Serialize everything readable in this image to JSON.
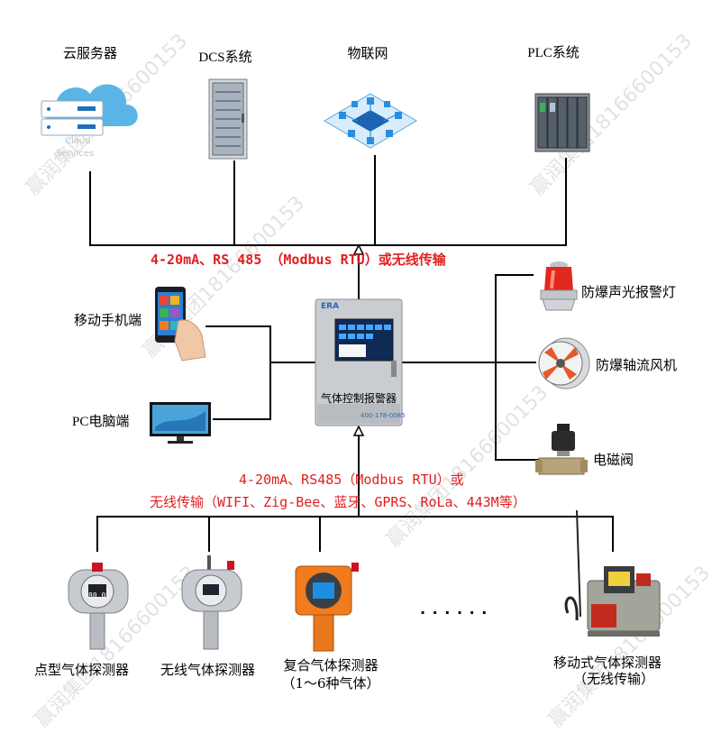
{
  "top_nodes": [
    {
      "label": "云服务器",
      "icon": "cloud-server-icon"
    },
    {
      "label": "DCS系统",
      "icon": "dcs-cabinet-icon"
    },
    {
      "label": "物联网",
      "icon": "iot-network-icon"
    },
    {
      "label": "PLC系统",
      "icon": "plc-module-icon"
    }
  ],
  "cloud_overlay": [
    "Cloud",
    "Services"
  ],
  "upper_link_label": "4-20mA、RS 485 （Modbus RTU）或无线传输",
  "left_nodes": [
    {
      "label": "移动手机端",
      "icon": "mobile-phone-icon"
    },
    {
      "label": "PC电脑端",
      "icon": "pc-monitor-icon"
    }
  ],
  "controller": {
    "label": "气体控制报警器",
    "brand": "ERA",
    "phone": "400-178-0085",
    "icon": "gas-controller-icon"
  },
  "right_nodes": [
    {
      "label": "防爆声光报警灯",
      "icon": "alarm-light-icon"
    },
    {
      "label": "防爆轴流风机",
      "icon": "axial-fan-icon"
    },
    {
      "label": "电磁阀",
      "icon": "solenoid-valve-icon"
    }
  ],
  "lower_link_label": {
    "line1": "4-20mA、RS485（Modbus RTU）或",
    "line2": "无线传输（WIFI、Zig-Bee、蓝牙、GPRS、RoLa、443M等）"
  },
  "bottom_nodes": [
    {
      "label": "点型气体探测器",
      "icon": "point-detector-icon"
    },
    {
      "label": "无线气体探测器",
      "icon": "wireless-detector-icon"
    },
    {
      "label": "复合气体探测器",
      "sub": "（1～6种气体）",
      "icon": "composite-detector-icon"
    },
    {
      "label": "移动式气体探测器",
      "sub": "（无线传输）",
      "icon": "mobile-detector-icon"
    }
  ],
  "ellipsis": "· · ·     · · ·",
  "detector_screen_text": "80.0",
  "watermark": "赢润集团18166600153",
  "colors": {
    "link_text": "#e02020",
    "line": "#000000"
  }
}
